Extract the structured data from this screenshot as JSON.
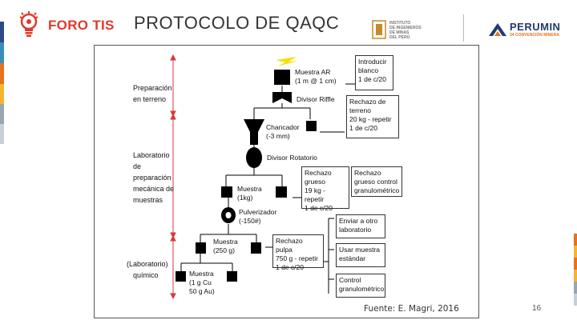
{
  "header": {
    "brand_name": "FORO TIS",
    "title": "PROTOCOLO DE QAQC",
    "institute_lines": [
      "INSTITUTO",
      "DE INGENIEROS",
      "DE MINAS",
      "DEL PERÚ"
    ],
    "perumin_name": "PERUMIN",
    "perumin_sub": "34 CONVENCIÓN MINERA"
  },
  "diagram": {
    "stages": {
      "field": [
        "Preparación",
        "en terreno"
      ],
      "lab": [
        "Laboratorio",
        "de",
        "preparación",
        "mecánica de",
        "muestras"
      ],
      "chem": [
        "(Laboratorio)",
        "químico"
      ]
    },
    "nodes": {
      "sample_ar": [
        "Muestra AR",
        "(1 m @ 1 cm)"
      ],
      "riffle": "Divisor Riffle",
      "crusher": [
        "Chancador",
        "(-3 mm)"
      ],
      "rotary": "Divisor Rotatorio",
      "sample_1kg": [
        "Muestra",
        "(1kg)"
      ],
      "pulverizer": [
        "Pulverizador",
        "(-150#)"
      ],
      "sample_250g": [
        "Muestra",
        "(250 g)"
      ],
      "sample_final": [
        "Muestra",
        "(1 g Cu",
        "50 g Au)"
      ]
    },
    "boxes": {
      "blank": [
        "Introducir",
        "blanco",
        "1 de c/20"
      ],
      "field_reject": [
        "Rechazo de",
        "terreno",
        "20 kg - repetir",
        "1 de c/20"
      ],
      "coarse_reject": [
        "Rechazo",
        "grueso",
        "19 kg - repetir",
        "1 de c/20"
      ],
      "coarse_control": [
        "Rechazo",
        "grueso control",
        "granulométrico"
      ],
      "pulp_reject": [
        "Rechazo pulpa",
        "750 g - repetir",
        "1 de c/20"
      ],
      "other_lab": [
        "Enviar a otro",
        "laboratorio"
      ],
      "standard": [
        "Usar muestra",
        "estándar"
      ],
      "grain_control": [
        "Control",
        "granulométrico"
      ]
    }
  },
  "footer": {
    "source": "Fuente: E. Magri, 2016",
    "page": "16"
  },
  "colors": {
    "brand_red": "#e0392b",
    "title_gray": "#333333",
    "perumin_blue": "#1f3b6e",
    "perumin_orange": "#e8721c",
    "stage_arrow_red": "#d63a3a",
    "highlight_yellow": "#f7e000"
  },
  "icons": [
    "lightbulb-gear-icon",
    "institute-seal-logo",
    "perumin-mountain-logo"
  ]
}
